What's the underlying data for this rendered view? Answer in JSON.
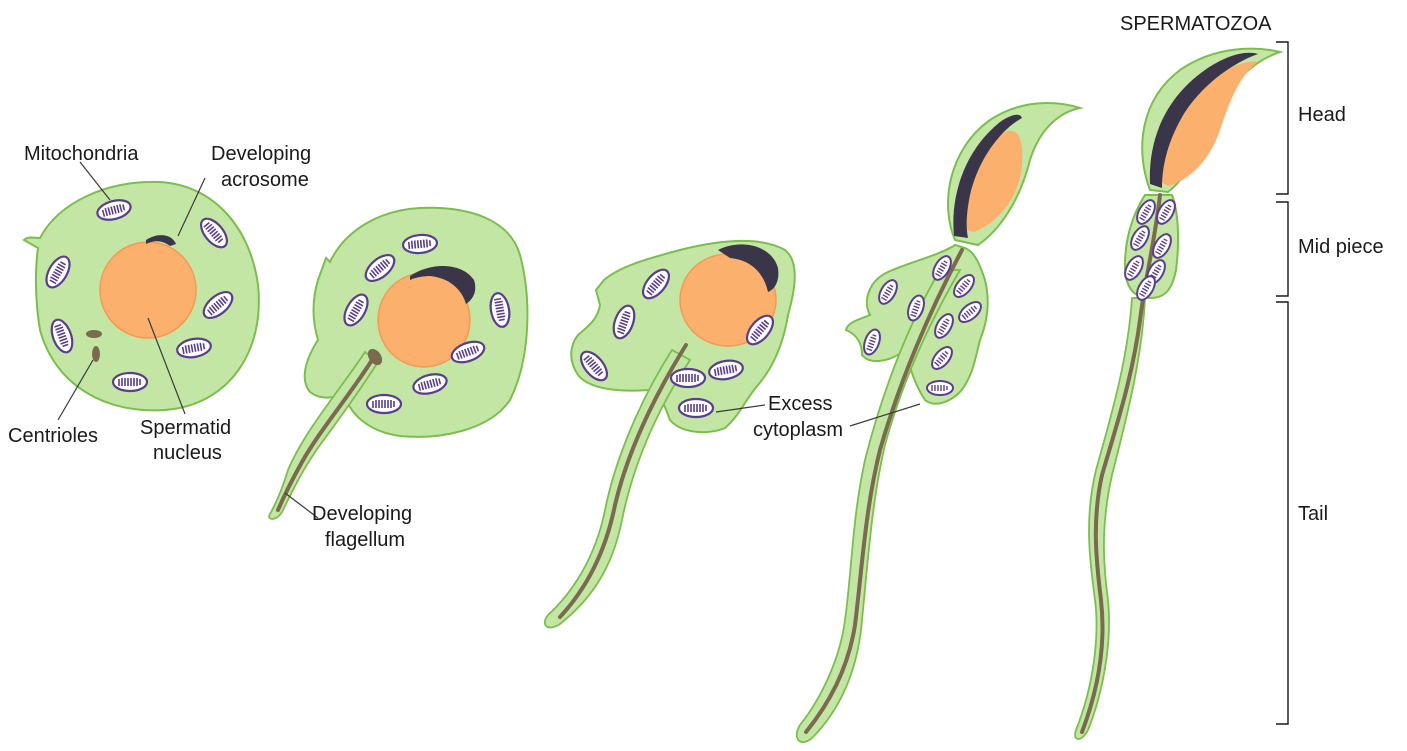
{
  "title": "SPERMATOZOA",
  "labels": {
    "mitochondria": "Mitochondria",
    "acrosome_1": "Developing",
    "acrosome_2": "acrosome",
    "centrioles": "Centrioles",
    "nucleus_1": "Spermatid",
    "nucleus_2": "nucleus",
    "flagellum_1": "Developing",
    "flagellum_2": "flagellum",
    "excess_1": "Excess",
    "excess_2": "cytoplasm"
  },
  "regions": {
    "head": "Head",
    "mid": "Mid piece",
    "tail": "Tail"
  },
  "colors": {
    "cytoplasm": "#c3e6a4",
    "membrane": "#7cbe4e",
    "nucleus": "#fbb06e",
    "acrosome": "#3a3548",
    "mito_fill": "#ffffff",
    "mito_edge": "#5a3d8c",
    "flagellum": "#7a6a4e"
  }
}
